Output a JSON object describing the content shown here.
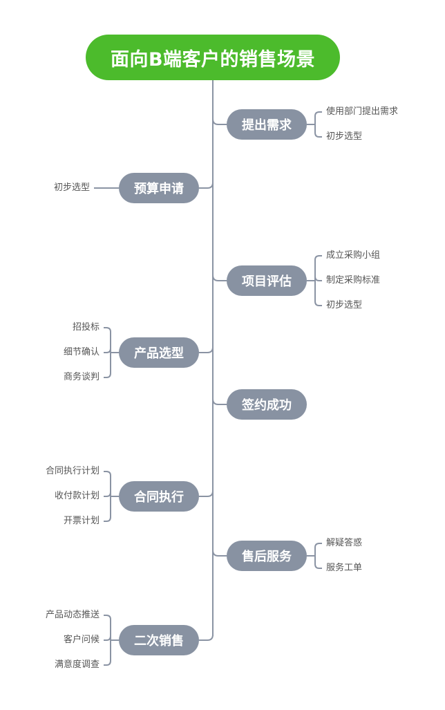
{
  "root": {
    "label": "面向B端客户的销售场景",
    "color": "#4cbb2c"
  },
  "branches": [
    {
      "label": "提出需求",
      "side": "right",
      "children": [
        "使用部门提出需求",
        "初步选型"
      ]
    },
    {
      "label": "预算申请",
      "side": "left",
      "children": [
        "初步选型"
      ]
    },
    {
      "label": "项目评估",
      "side": "right",
      "children": [
        "成立采购小组",
        "制定采购标准",
        "初步选型"
      ]
    },
    {
      "label": "产品选型",
      "side": "left",
      "children": [
        "招投标",
        "细节确认",
        "商务谈判"
      ]
    },
    {
      "label": "签约成功",
      "side": "right",
      "children": []
    },
    {
      "label": "合同执行",
      "side": "left",
      "children": [
        "合同执行计划",
        "收付款计划",
        "开票计划"
      ]
    },
    {
      "label": "售后服务",
      "side": "right",
      "children": [
        "解疑答惑",
        "服务工单"
      ]
    },
    {
      "label": "二次销售",
      "side": "left",
      "children": [
        "产品动态推送",
        "客户问候",
        "满意度调查"
      ]
    }
  ],
  "colors": {
    "branch_fill": "#8892a2",
    "line": "#8a93a3",
    "leaf_text": "#555555"
  }
}
